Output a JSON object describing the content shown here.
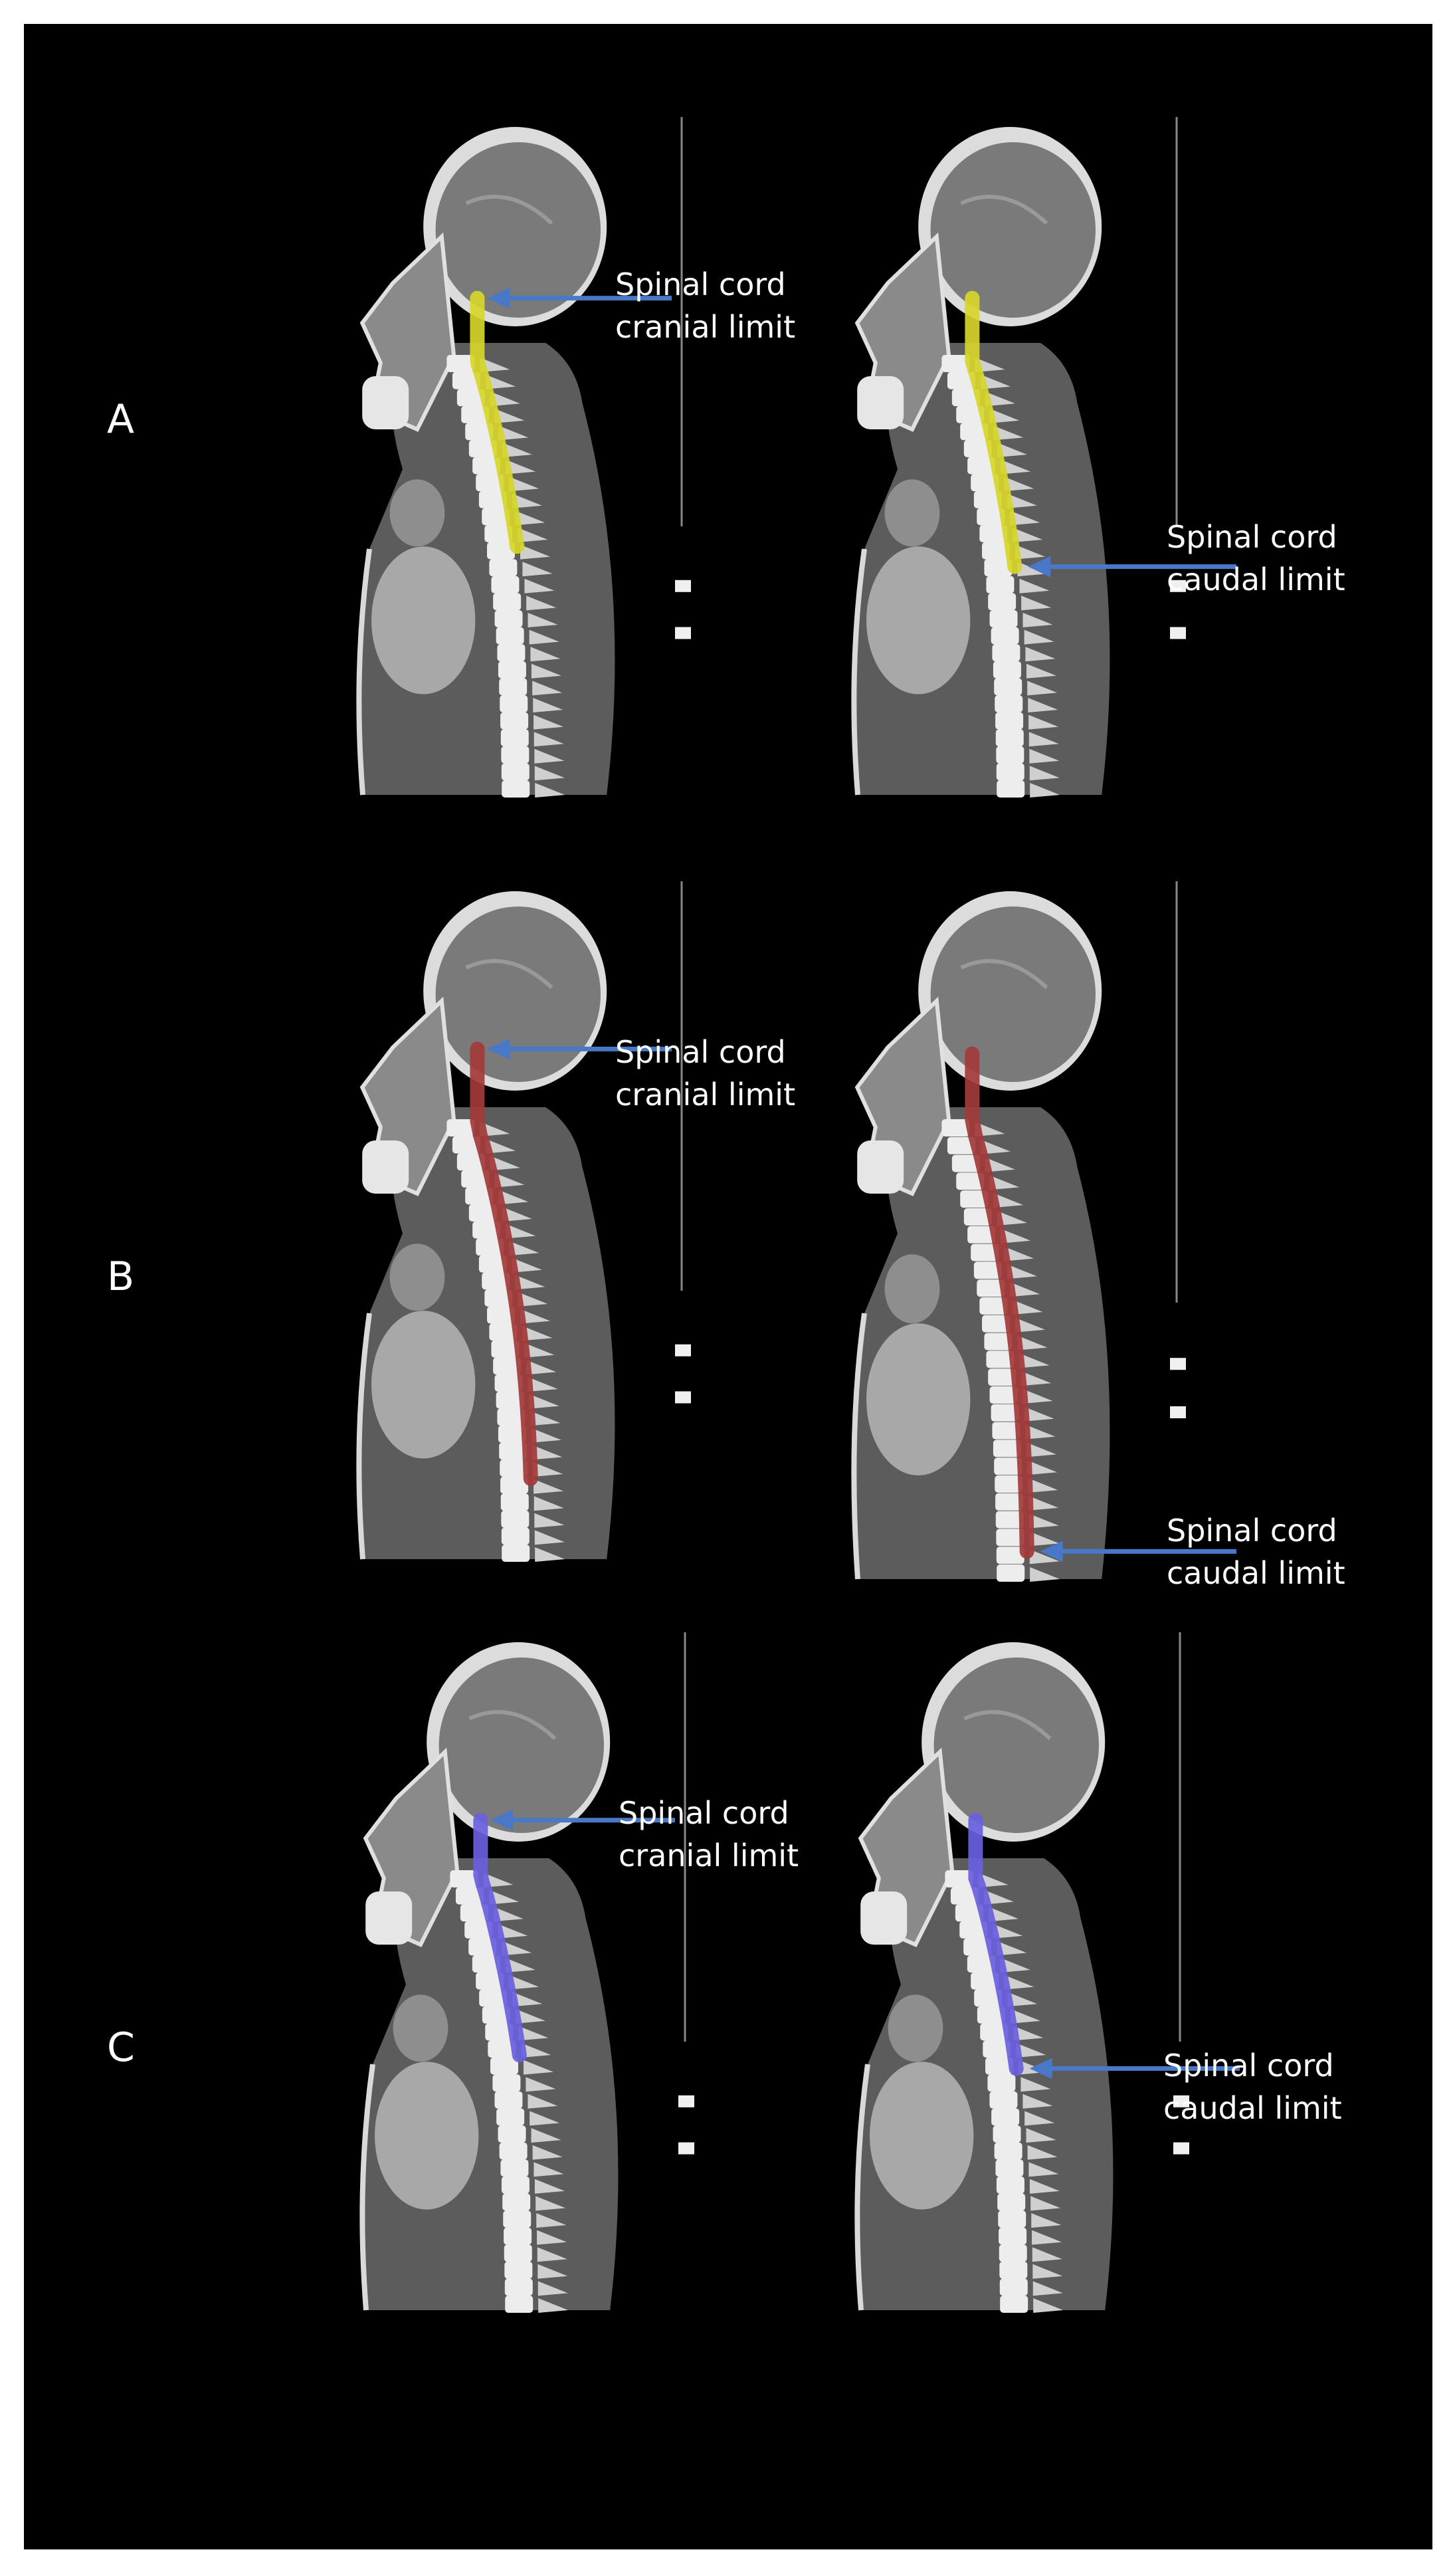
{
  "rows": [
    {
      "letter": "A",
      "structure_color": "#d6d62a",
      "left_annotation": {
        "line1": "Spinal cord",
        "line2": "cranial limit"
      },
      "right_annotation": {
        "line1": "Spinal cord",
        "line2": "caudal limit"
      }
    },
    {
      "letter": "B",
      "structure_color": "#a33a3a",
      "left_annotation": {
        "line1": "Spinal cord",
        "line2": "cranial limit"
      },
      "right_annotation": {
        "line1": "Spinal cord",
        "line2": "caudal limit"
      }
    },
    {
      "letter": "C",
      "structure_color": "#6a5fe0",
      "left_annotation": {
        "line1": "Spinal cord",
        "line2": "cranial limit"
      },
      "right_annotation": {
        "line1": "Spinal cord",
        "line2": "caudal limit"
      }
    }
  ],
  "colors": {
    "arrow": "#4a78c8",
    "background": "#000000"
  },
  "icons": [
    "ct-sagittal-scan",
    "annotation-arrow",
    "scale-marker"
  ]
}
